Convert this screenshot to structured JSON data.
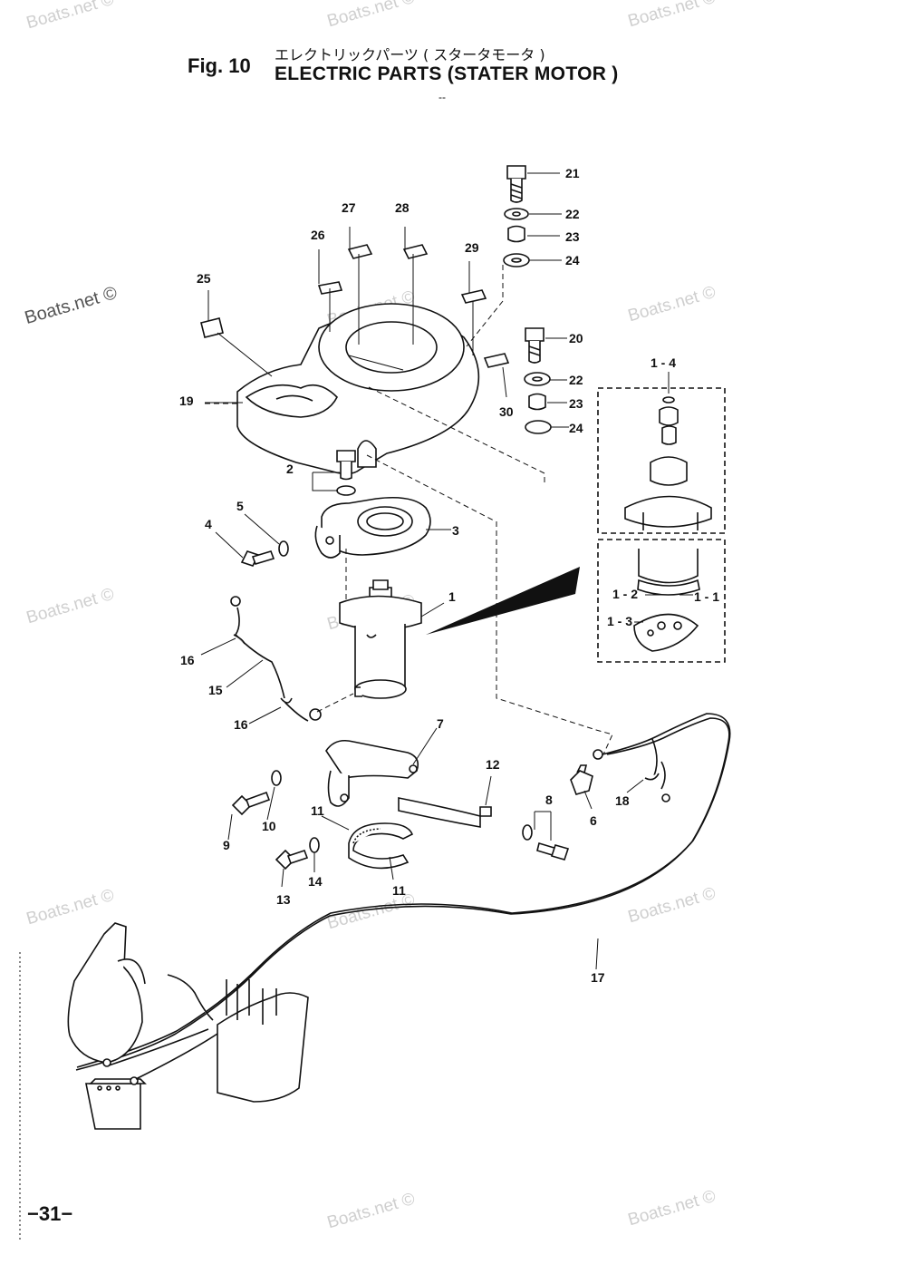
{
  "header": {
    "fig_label": "Fig. 10",
    "title_jp": "エレクトリックパーツ ( スタータモータ )",
    "title_en": "ELECTRIC PARTS (STATER MOTOR )",
    "dash": "--"
  },
  "page_number": "−31−",
  "watermarks": [
    "Boats.net ©",
    "Boats.net ©",
    "Boats.net ©",
    "Boats.net ©",
    "Boats.net ©",
    "Boats.net ©",
    "Boats.net ©",
    "Boats.net ©",
    "Boats.net ©",
    "Boats.net ©",
    "Boats.net ©",
    "Boats.net ©",
    "Boats.net ©"
  ],
  "callouts": [
    "21",
    "22",
    "23",
    "24",
    "20",
    "22",
    "23",
    "24",
    "27",
    "28",
    "26",
    "29",
    "25",
    "30",
    "19",
    "2",
    "5",
    "4",
    "3",
    "1",
    "1 - 4",
    "1 - 2",
    "1 - 1",
    "1 - 3",
    "16",
    "15",
    "16",
    "7",
    "12",
    "8",
    "6",
    "18",
    "9",
    "10",
    "11",
    "14",
    "13",
    "11",
    "17"
  ]
}
